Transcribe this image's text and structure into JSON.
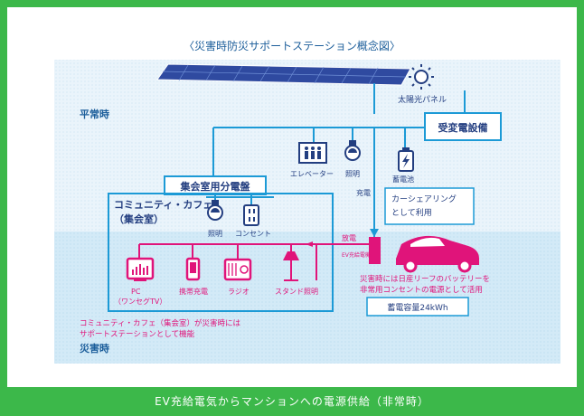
{
  "title": "〈災害時防災サポートステーション概念図〉",
  "caption": "EV充給電気からマンションへの電源供給（非常時）",
  "zones": {
    "normal": "平常時",
    "disaster": "災害時"
  },
  "labels": {
    "solar_panel": "太陽光パネル",
    "substation": "受変電設備",
    "elevator": "エレベーター",
    "lighting_upper": "照明",
    "battery": "蓄電池",
    "charging": "充電",
    "carsharing_line1": "カーシェアリング",
    "carsharing_line2": "として利用",
    "distribution_panel": "集会室用分電盤",
    "cafe_line1": "コミュニティ・カフェ",
    "cafe_line2": "（集会室）",
    "lighting_cafe": "照明",
    "outlet": "コンセント",
    "discharge": "放電",
    "ev_charger": "EV充給電機",
    "pc_line1": "PC",
    "pc_line2": "（ワンセグTV）",
    "phone_charger": "携帯充電",
    "radio": "ラジオ",
    "stand_light": "スタンド照明",
    "leaf_note_line1": "災害時には日産リーフのバッテリーを",
    "leaf_note_line2": "非常用コンセントの電源として活用",
    "capacity": "蓄電容量24kWh",
    "station_note_line1": "コミュニティ・カフェ（集会室）が災害時には",
    "station_note_line2": "サポートステーションとして機能"
  },
  "colors": {
    "frame": "#3cb84a",
    "normal_bg": "#ebf5fb",
    "disaster_bg": "#d4ebf8",
    "line_blue": "#1c9ad6",
    "text_blue": "#1b5d9a",
    "magenta": "#e0147a",
    "navy": "#233e80"
  }
}
